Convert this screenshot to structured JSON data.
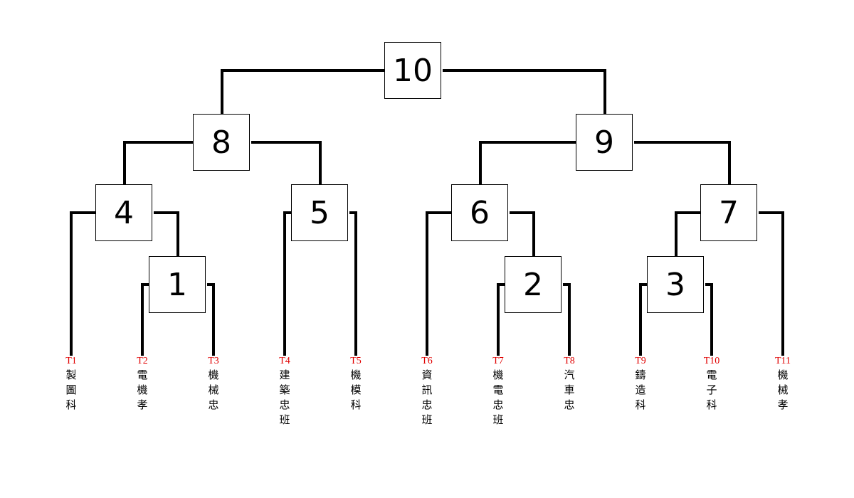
{
  "matches": [
    {
      "id": "m1",
      "label": "1"
    },
    {
      "id": "m2",
      "label": "2"
    },
    {
      "id": "m3",
      "label": "3"
    },
    {
      "id": "m4",
      "label": "4"
    },
    {
      "id": "m5",
      "label": "5"
    },
    {
      "id": "m6",
      "label": "6"
    },
    {
      "id": "m7",
      "label": "7"
    },
    {
      "id": "m8",
      "label": "8"
    },
    {
      "id": "m9",
      "label": "9"
    },
    {
      "id": "m10",
      "label": "10"
    }
  ],
  "teams": [
    {
      "id": "T1",
      "name": "製\n圖\n科"
    },
    {
      "id": "T2",
      "name": "電\n機\n孝"
    },
    {
      "id": "T3",
      "name": "機\n械\n忠"
    },
    {
      "id": "T4",
      "name": "建\n築\n忠\n班"
    },
    {
      "id": "T5",
      "name": "機\n模\n科"
    },
    {
      "id": "T6",
      "name": "資\n訊\n忠\n班"
    },
    {
      "id": "T7",
      "name": "機\n電\n忠\n班"
    },
    {
      "id": "T8",
      "name": "汽\n車\n忠"
    },
    {
      "id": "T9",
      "name": "鑄\n造\n科"
    },
    {
      "id": "T10",
      "name": "電\n子\n科"
    },
    {
      "id": "T11",
      "name": "機\n械\n孝"
    }
  ],
  "colors": {
    "team_id": "#e00000",
    "line": "#000000"
  }
}
